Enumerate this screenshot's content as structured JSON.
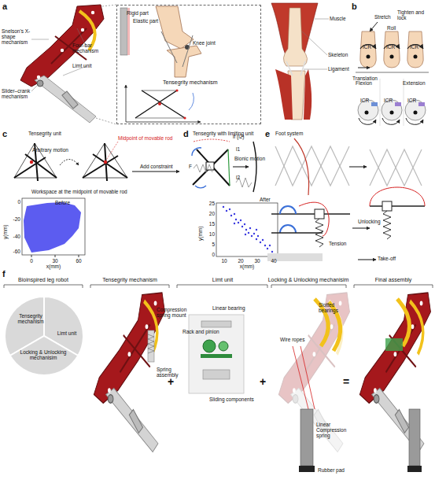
{
  "diagram": {
    "nodes": [
      {
        "text": [
          "Rigid part",
          "Elastic part",
          "Knee joint",
          "Tensegrity mechanism"
        ]
      },
      {
        "text": [
          "Tensegrity mechanism",
          "Limt unit",
          "Locking & Unlocking mechanisim"
        ]
      }
    ],
    "labels": [
      "a",
      "Snelson's X-shape mechanism",
      "Four-bar mechanism",
      "Limt unit",
      "Slider–crank mechanism",
      "Muscle",
      "Skeleton",
      "Ligament",
      "b",
      "Stretch",
      "Roll",
      "Tighten and lock",
      "ICR",
      "Translation",
      "ICR",
      "ICR",
      "Flexion",
      "Extension",
      "ICR",
      "ICR",
      "ICR",
      "c",
      "Tensegrity unit",
      "Arbitrary motion",
      "Midpoint of movable rod",
      "Add constraint",
      "Workspace at the midpoint of movable rod",
      "Before",
      "y(mm)",
      "0",
      "-20",
      "-40",
      "-60",
      "0",
      "30",
      "60",
      "x(mm)",
      "d",
      "Tensegrity with limiting unit",
      "F",
      "l1",
      "l2",
      "lf (l2)",
      "Bionic motion",
      "After",
      "y(mm)",
      "25",
      "20",
      "15",
      "10",
      "5",
      "0",
      "10",
      "20",
      "30",
      "40",
      "x(mm)",
      "e",
      "Foot system",
      "Unlocking",
      "Tension",
      "Take-off",
      "f",
      "Bioinspired leg robot",
      "Tensegrity mechanism",
      "Limt unit",
      "Locking & Unlocking mechanisim",
      "Final assembly",
      "Compression spring mount",
      "Spring assembly",
      "+",
      "Linear bearing",
      "Rack and pinion",
      "Sliding components",
      "+",
      "Slotted bearings",
      "Wire ropes",
      "Linear Compression spring",
      "Rubber pad",
      "="
    ]
  }
}
